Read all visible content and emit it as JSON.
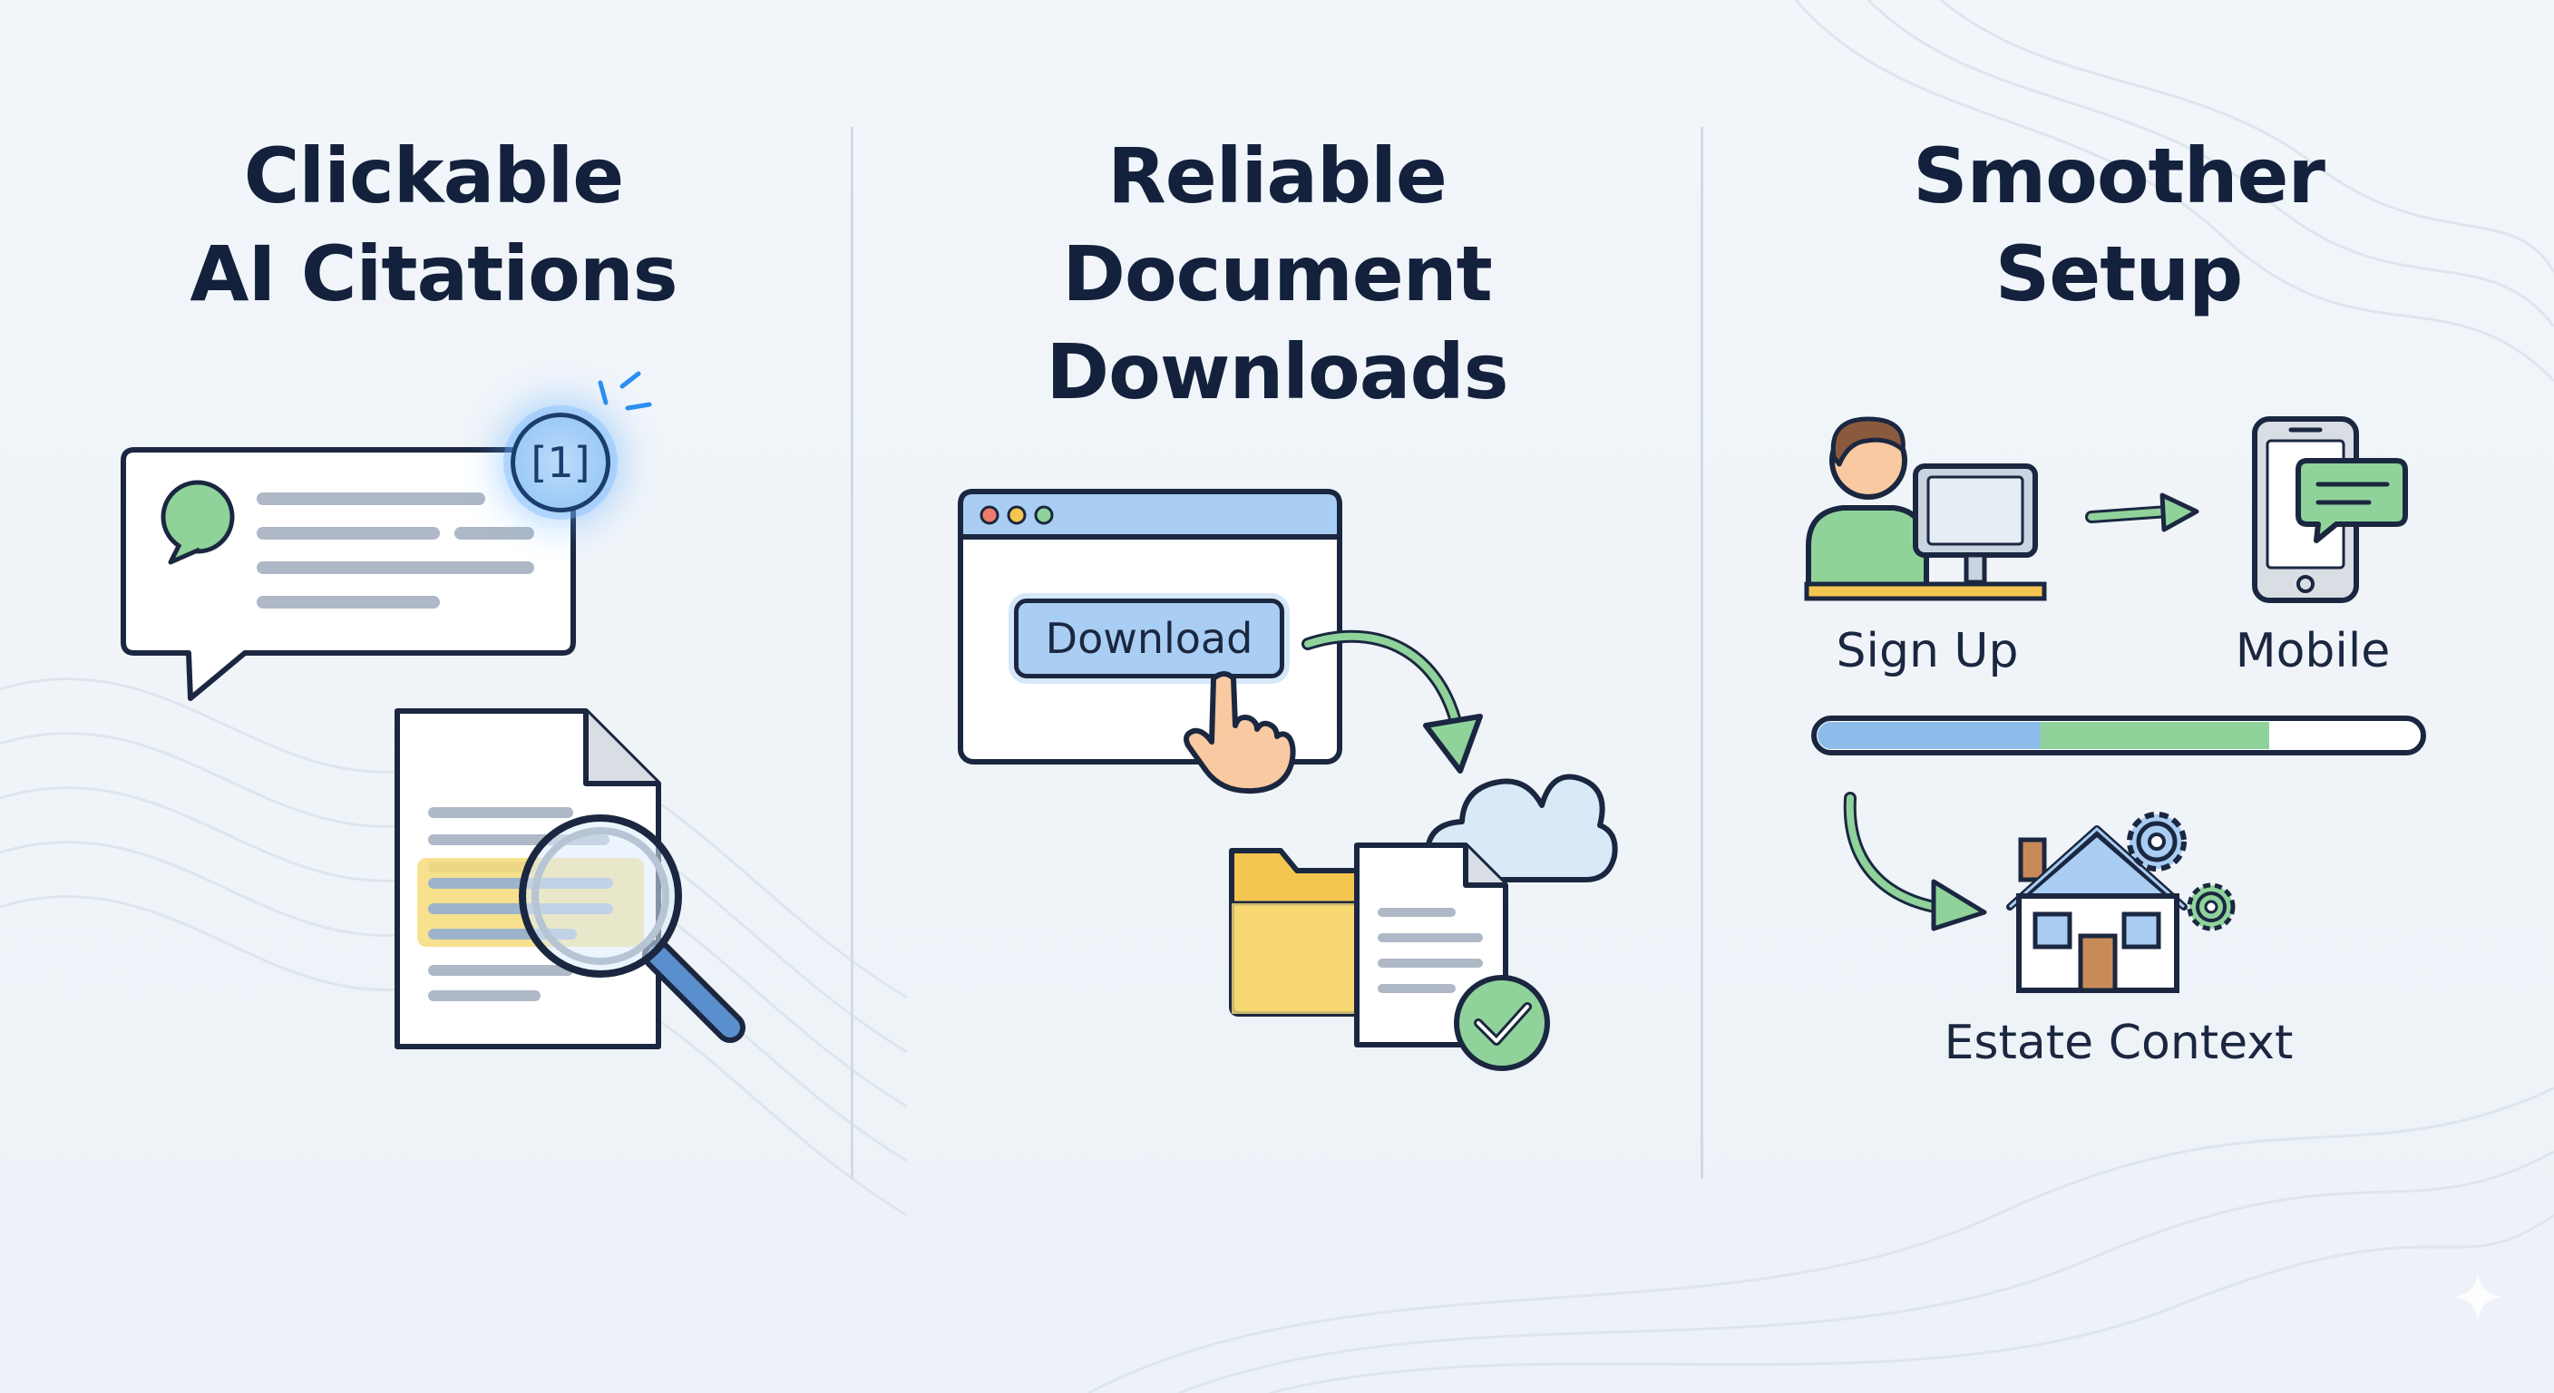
{
  "panels": [
    {
      "title_lines": [
        "Clickable",
        "AI Citations"
      ],
      "citation_badge": "[1]"
    },
    {
      "title_lines": [
        "Reliable",
        "Document",
        "Downloads"
      ],
      "button_label": "Download"
    },
    {
      "title_lines": [
        "Smoother",
        "Setup"
      ],
      "labels": {
        "sign_up": "Sign Up",
        "mobile": "Mobile",
        "estate_context": "Estate Context"
      },
      "progress": {
        "blue_fraction": 0.37,
        "green_fraction": 0.38
      }
    }
  ],
  "colors": {
    "ink": "#14213d",
    "accent_blue": "#a9cdf3",
    "accent_green": "#8fd39b",
    "highlight_yellow": "#f7dc7a",
    "background": "#eef3f8"
  }
}
